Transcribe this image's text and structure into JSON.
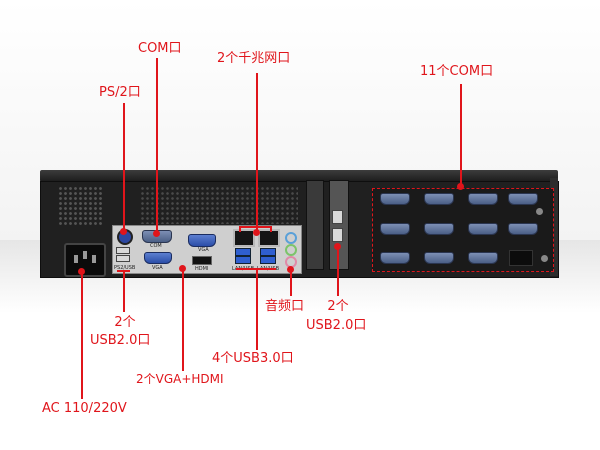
{
  "labels": {
    "com": "COM口",
    "ps2": "PS/2口",
    "lan": "2个千兆网口",
    "com11": "11个COM口",
    "audio": "音频口",
    "usb20_right_top": "2个",
    "usb20_right_bottom": "USB2.0口",
    "usb20_left_top": "2个",
    "usb20_left_bottom": "USB2.0口",
    "usb30": "4个USB3.0口",
    "vga_hdmi": "2个VGA+HDMI",
    "ac": "AC 110/220V"
  },
  "panel_marks": {
    "com": "COM",
    "vga": "VGA",
    "vga2": "VGA",
    "hdmi": "HDMI",
    "lan_usb_1": "LAN/USB",
    "lan_usb_2": "LAN/USB",
    "ps2_usb": "PS2/USB"
  },
  "colors": {
    "accent": "#e0151b",
    "chassis": "#202020"
  }
}
